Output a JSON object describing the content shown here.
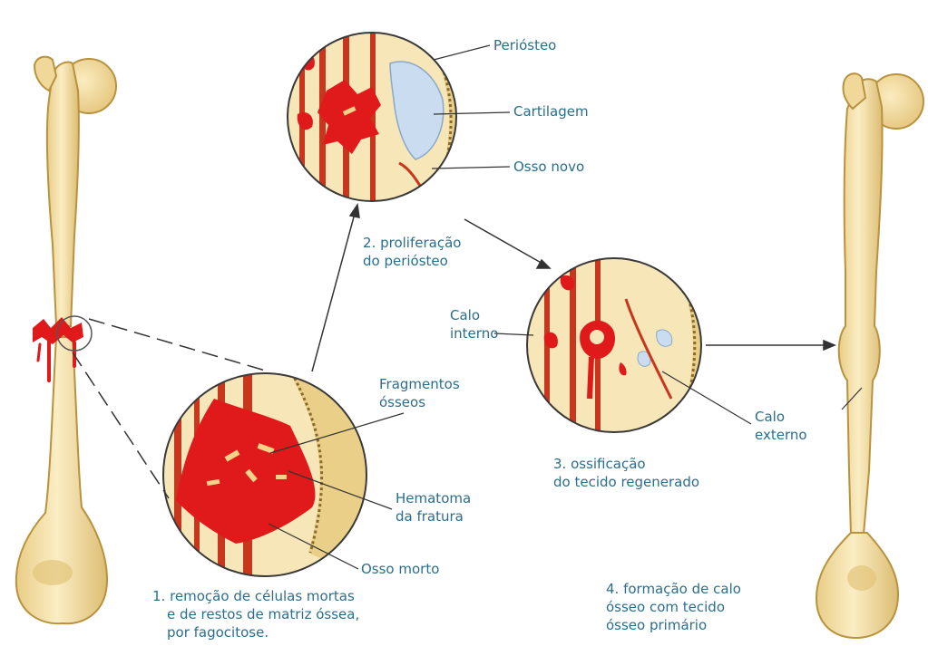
{
  "labels": {
    "periosteo": "Periósteo",
    "cartilagem": "Cartilagem",
    "osso_novo": "Osso novo",
    "fragmentos_1": "Fragmentos",
    "fragmentos_2": "ósseos",
    "hematoma_1": "Hematoma",
    "hematoma_2": "da fratura",
    "osso_morto": "Osso morto",
    "calo_interno_1": "Calo",
    "calo_interno_2": "interno",
    "calo_externo_1": "Calo",
    "calo_externo_2": "externo"
  },
  "steps": {
    "step1": [
      "1. remoção de células mortas",
      "e de restos de matriz óssea,",
      "por fagocitose."
    ],
    "step2": [
      "2. proliferação",
      "do periósteo"
    ],
    "step3": [
      "3. ossificação",
      "do tecido regenerado"
    ],
    "step4": [
      "4. formação de calo",
      "ósseo com tecido",
      "ósseo primário"
    ]
  },
  "colors": {
    "bone": "#f2dca0",
    "bone_shade": "#d9b86a",
    "bone_outline": "#b8923e",
    "blood": "#e01a1a",
    "cartilage": "#c9dcf0",
    "label_text": "#2a6e8e",
    "leader_line": "#333333"
  }
}
